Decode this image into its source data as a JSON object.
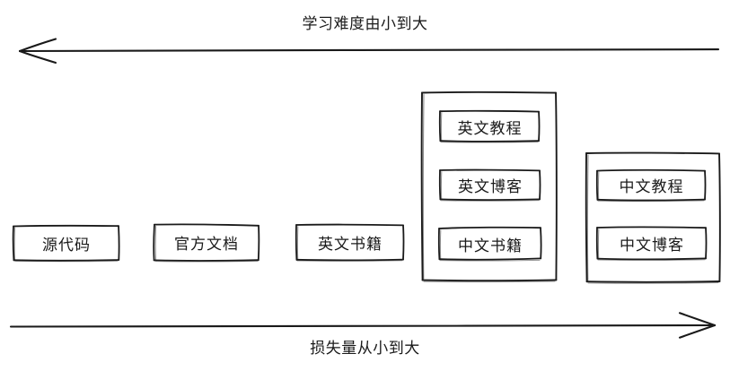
{
  "diagram": {
    "title_top": "学习难度由小到大",
    "title_bottom": "损失量从小到大",
    "top_axis": {
      "label": "学习难度由小到大",
      "direction": "left",
      "arrow_icon": "arrow-left-icon"
    },
    "bottom_axis": {
      "label": "损失量从小到大",
      "direction": "right",
      "arrow_icon": "arrow-right-icon"
    },
    "nodes": [
      {
        "label": "源代码",
        "group": 1
      },
      {
        "label": "官方文档",
        "group": 2
      },
      {
        "label": "英文书籍",
        "group": 3
      },
      {
        "label": "英文教程",
        "group": 4
      },
      {
        "label": "英文博客",
        "group": 4
      },
      {
        "label": "中文书籍",
        "group": 4
      },
      {
        "label": "中文教程",
        "group": 5
      },
      {
        "label": "中文博客",
        "group": 5
      }
    ],
    "groups": [
      {
        "id": 4,
        "members": [
          "英文教程",
          "英文博客",
          "中文书籍"
        ]
      },
      {
        "id": 5,
        "members": [
          "中文教程",
          "中文博客"
        ]
      }
    ],
    "colors": {
      "stroke": "#1a1a1a",
      "text": "#1a1a1a",
      "background": "#ffffff"
    }
  }
}
